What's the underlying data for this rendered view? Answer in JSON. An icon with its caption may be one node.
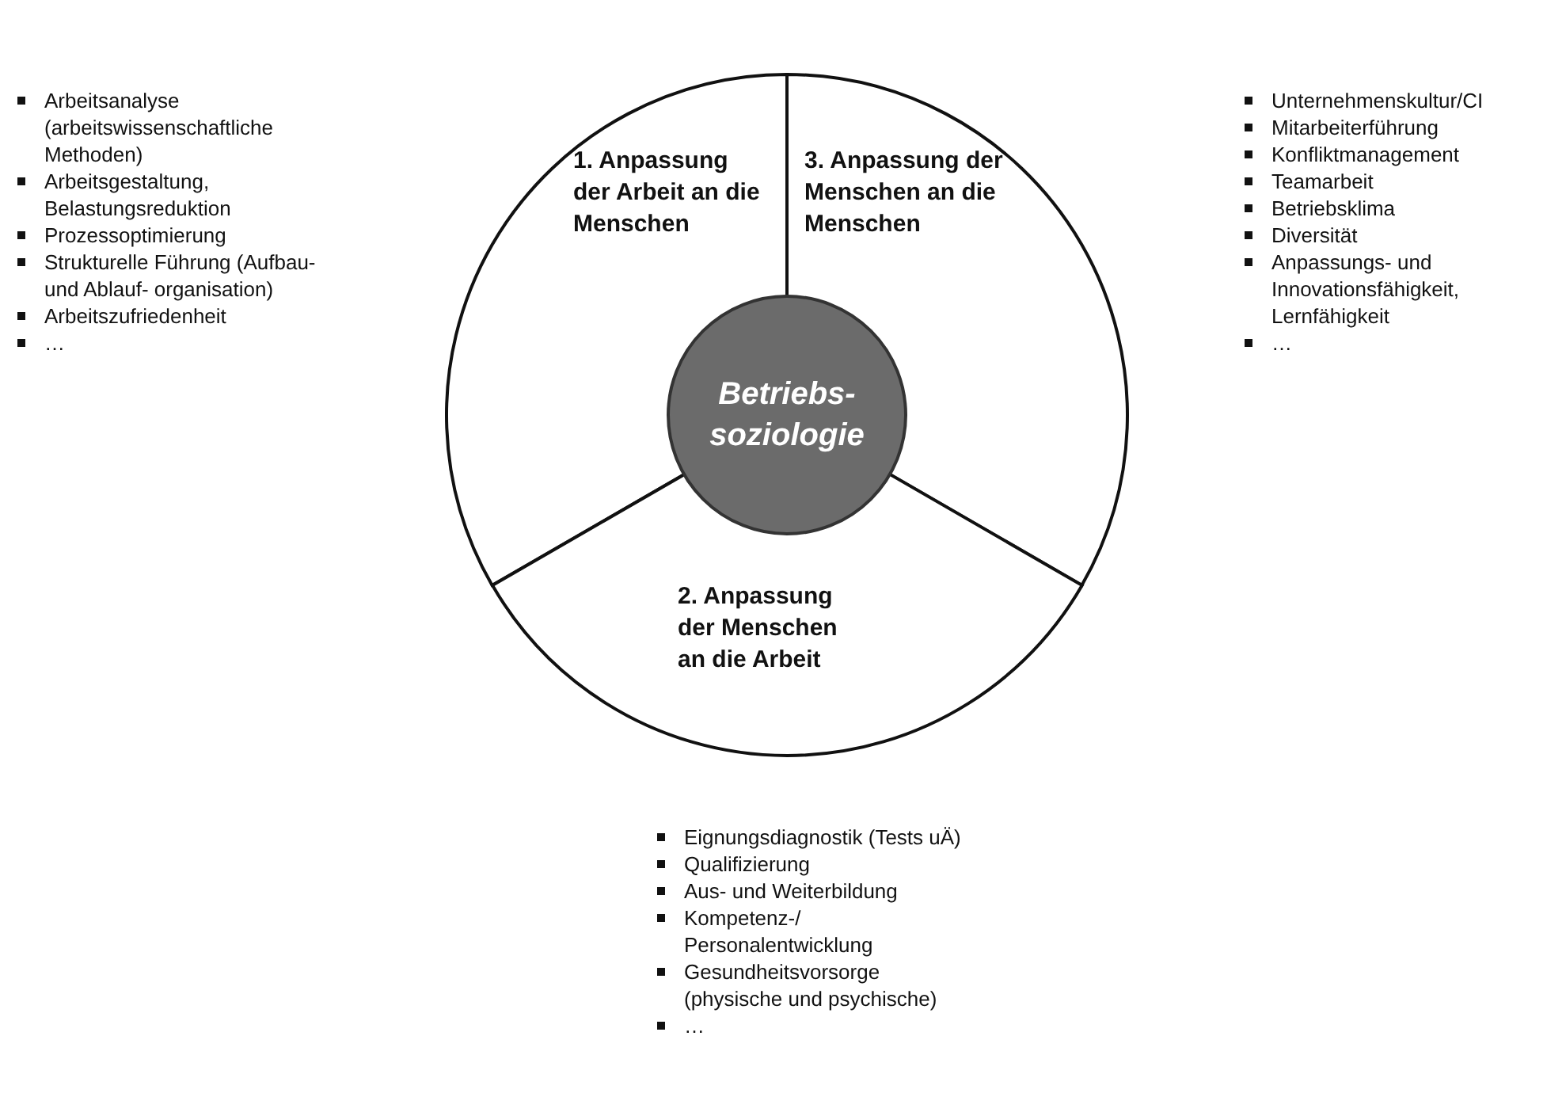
{
  "diagram": {
    "nodes": [
      {
        "text": [
          "1. Anpassung der Arbeit an die Menschen"
        ]
      },
      {
        "text": [
          "3. Anpassung der Menschen an die Menschen"
        ]
      },
      {
        "text": [
          "2. Anpassung der Menschen an die Arbeit"
        ]
      },
      {
        "text": [
          "Betriebs- soziologie"
        ]
      }
    ],
    "edges": [],
    "labels": [
      "Arbeitsanalyse (arbeitswissenschaftliche Methoden)",
      "Arbeitsgestaltung, Belastungsreduktion",
      "Prozessoptimierung",
      "Strukturelle Führung (Aufbau- und Ablauf- organisation)",
      "Arbeitszufriedenheit",
      "…",
      "Unternehmenskultur/CI",
      "Mitarbeiterführung",
      "Konfliktmanagement",
      "Teamarbeit",
      "Betriebsklima",
      "Diversität",
      "Anpassungs- und Innovationsfähigkeit, Lernfähigkeit",
      "…",
      "Eignungsdiagnostik (Tests uÄ)",
      "Qualifizierung",
      "Aus- und Weiterbildung",
      "Kompetenz-/ Personalentwicklung",
      "Gesundheitsvorsorge (physische und psychische)",
      "…"
    ]
  }
}
